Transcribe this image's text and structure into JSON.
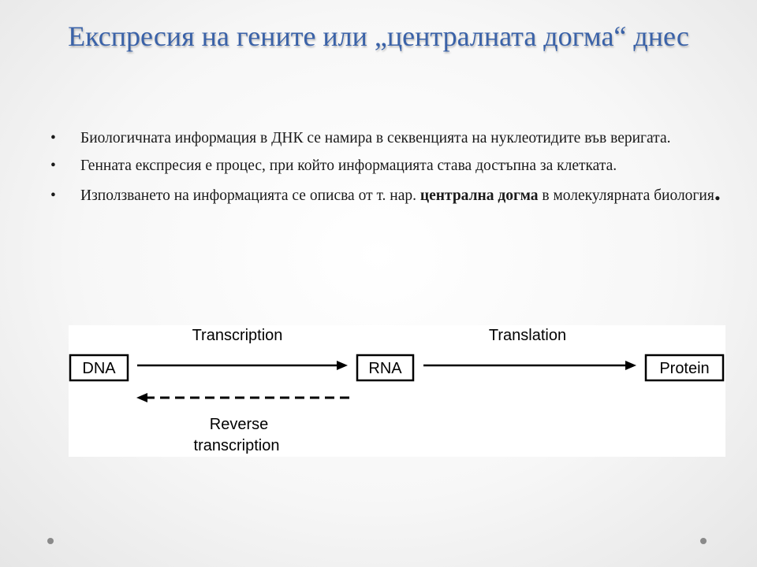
{
  "title": "Експресия на гените или „централната догма“ днес",
  "bullets": [
    {
      "text": "Биологичната информация в ДНК се намира в секвенцията на нуклеотидите във веригата."
    },
    {
      "text": "Генната експресия е процес, при който информацията става достъпна за клетката."
    },
    {
      "before": "Използването на информацията се описва от т. нар. ",
      "bold": "централна догма",
      "after": " в молекулярната биология",
      "end": "."
    }
  ],
  "bullet_symbol": "•",
  "diagram": {
    "nodes": {
      "dna": "DNA",
      "rna": "RNA",
      "protein": "Protein"
    },
    "labels": {
      "transcription": "Transcription",
      "translation": "Translation",
      "reverse_line1": "Reverse",
      "reverse_line2": "transcription"
    }
  },
  "colors": {
    "title": "#3a62a8",
    "text": "#1a1a1a",
    "nav_dot": "#8a8a8a"
  }
}
